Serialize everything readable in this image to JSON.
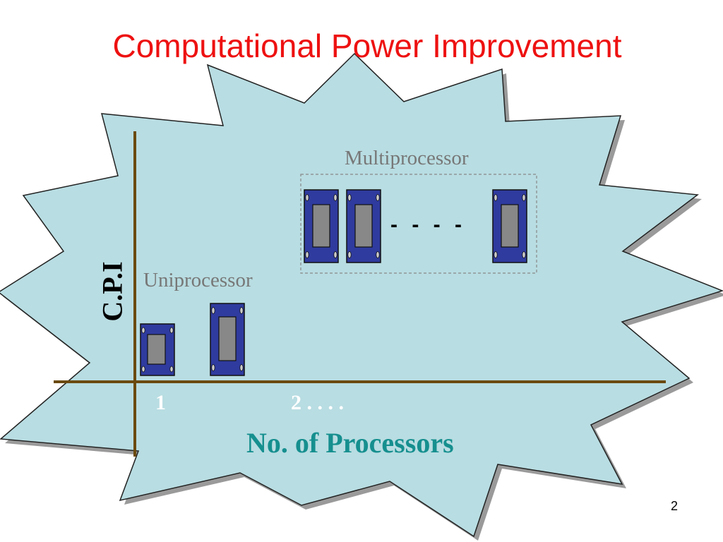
{
  "slide": {
    "title": "Computational Power Improvement",
    "page_number": "2"
  },
  "diagram": {
    "y_axis_label": "C.P.I",
    "x_axis_label": "No. of Processors",
    "tick_1": "1",
    "tick_2": "2 .   .   .   .",
    "uniprocessor_label": "Uniprocessor",
    "multiprocessor_label": "Multiprocessor",
    "ellipsis_dashes": "- - - -"
  },
  "colors": {
    "burst_fill": "#b8dde2",
    "burst_outline": "#222222",
    "axis": "#6b4a10",
    "chip_body": "#2f3b9e",
    "chip_die": "#888888",
    "title": "#ee1111",
    "x_label": "#168f8f",
    "processor_label": "#777777"
  }
}
